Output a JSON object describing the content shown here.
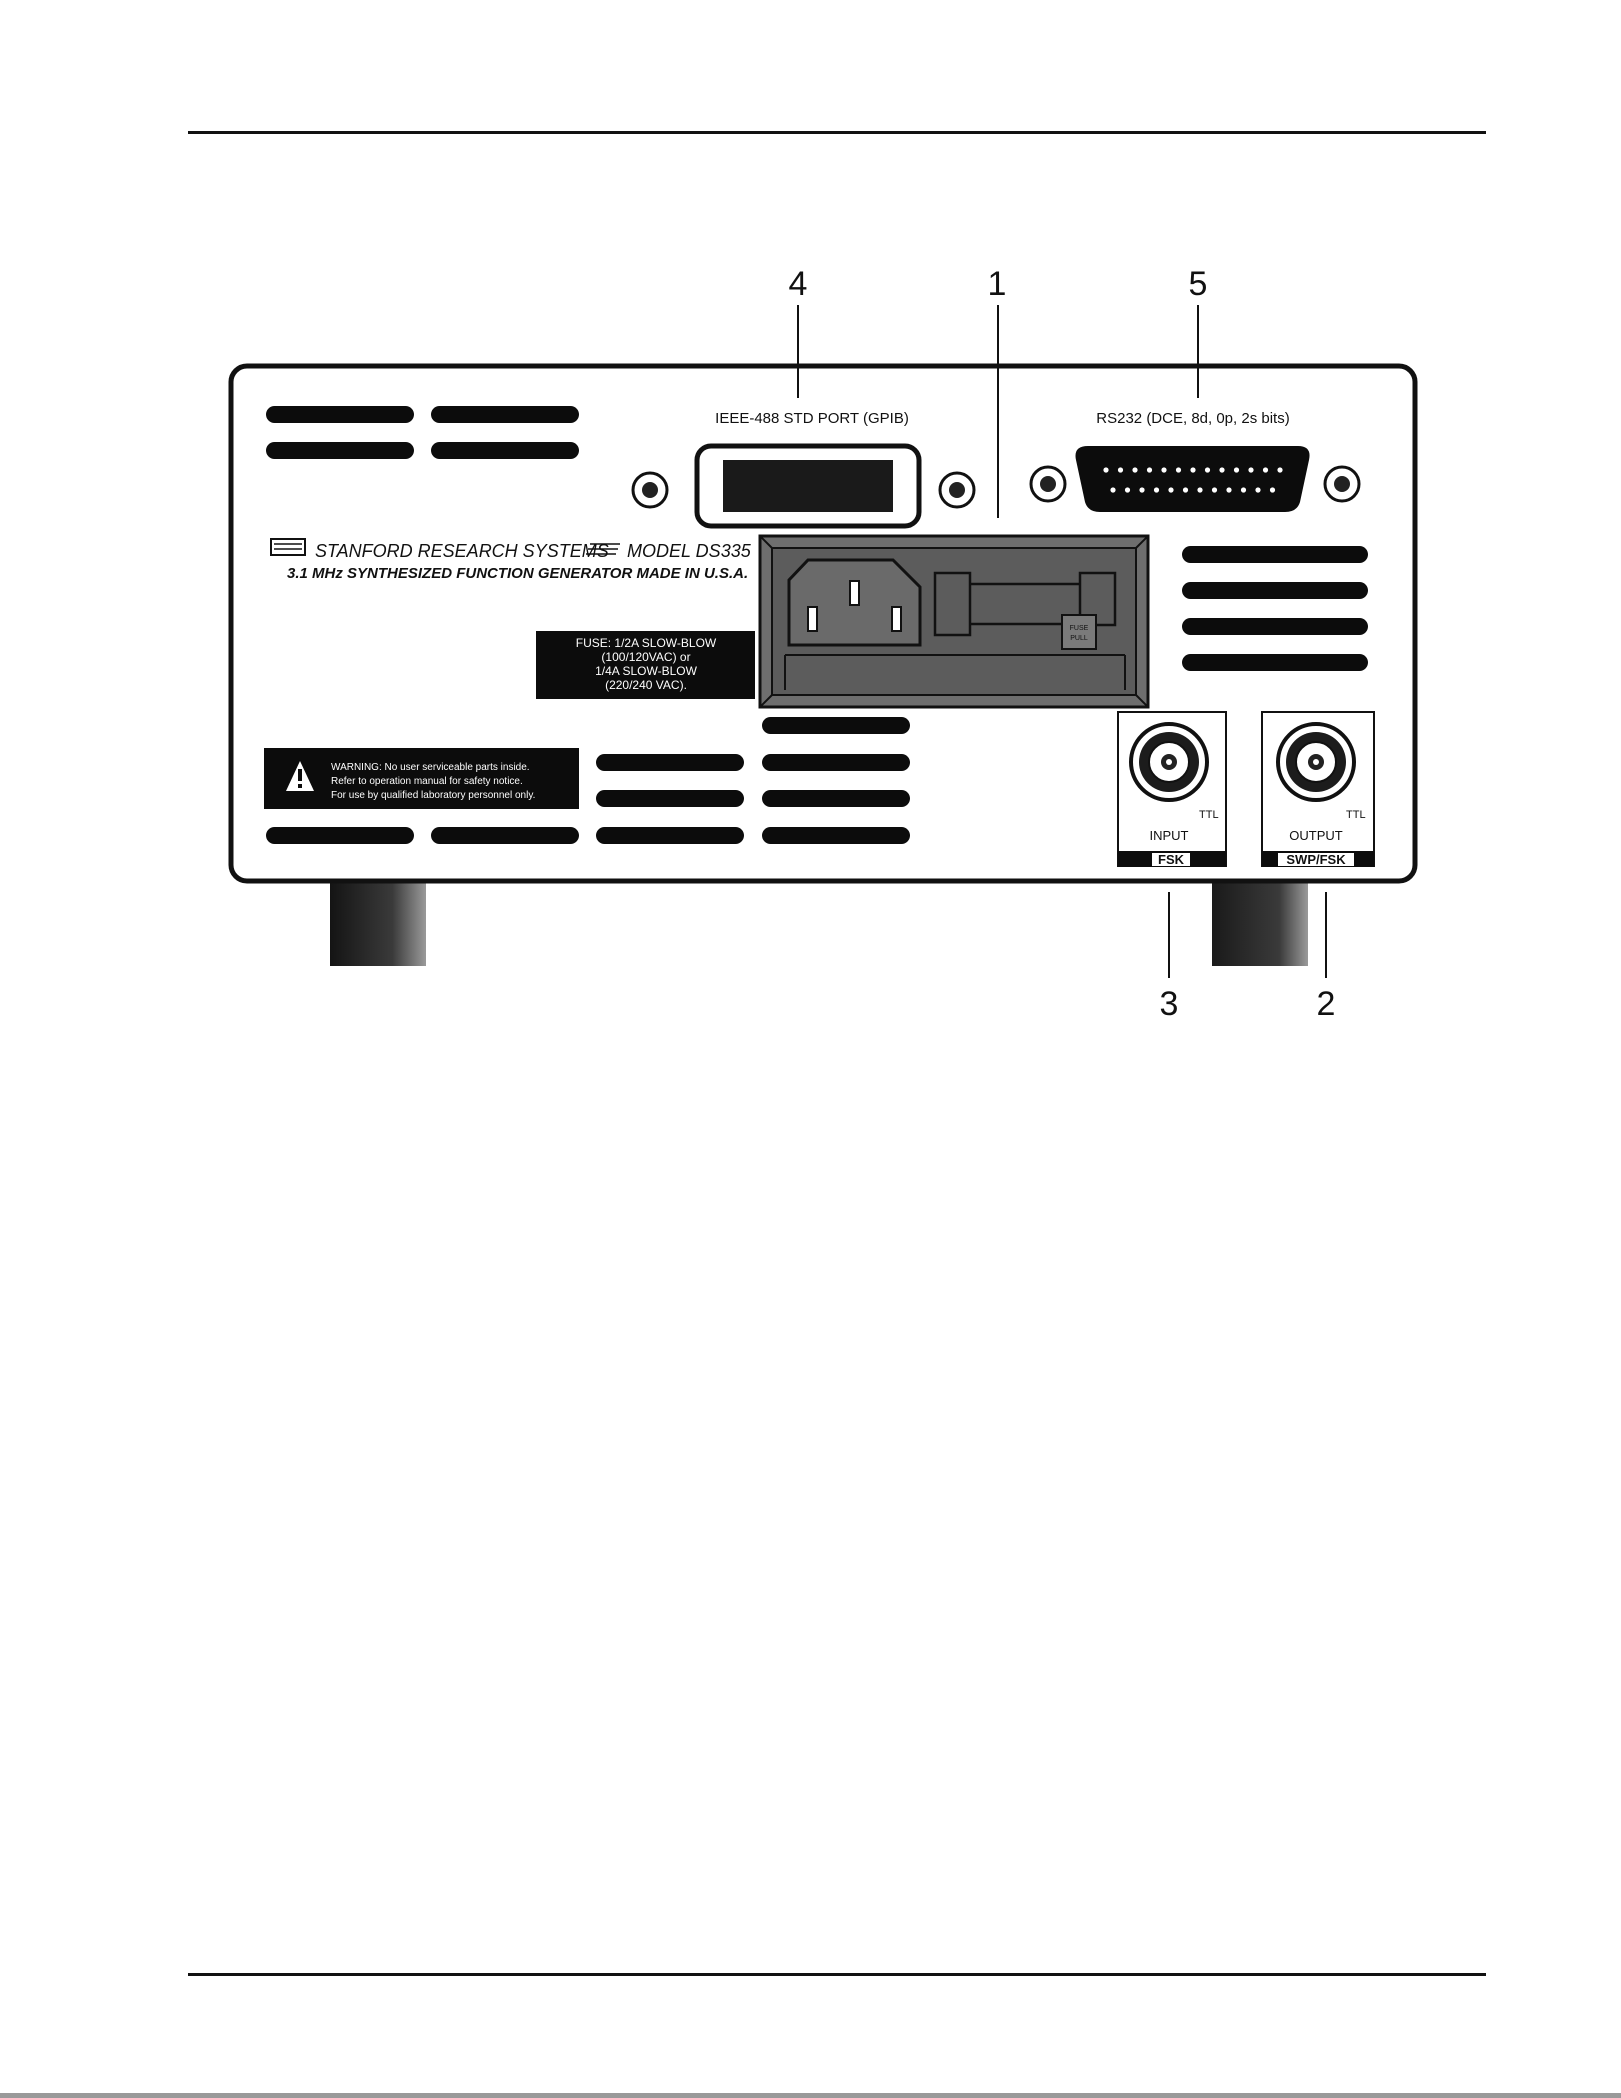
{
  "callouts": [
    "4",
    "1",
    "5",
    "3",
    "2"
  ],
  "gpib_label": "IEEE-488 STD PORT (GPIB)",
  "rs232_label": "RS232 (DCE, 8d, 0p, 2s bits)",
  "brand_line": "STANFORD RESEARCH SYSTEMS",
  "model_line": "MODEL DS335",
  "subtitle_line": "3.1 MHz SYNTHESIZED FUNCTION GENERATOR MADE IN U.S.A.",
  "fuse_lines": [
    "FUSE: 1/2A SLOW-BLOW",
    "(100/120VAC) or",
    "1/4A SLOW-BLOW",
    "(220/240 VAC)."
  ],
  "fuse_pull": [
    "FUSE",
    "PULL"
  ],
  "warning_lines": [
    "WARNING: No user serviceable parts inside.",
    "Refer to operation manual for safety notice.",
    "For use by qualified laboratory personnel only."
  ],
  "input_connector": {
    "ttl": "TTL",
    "label": "INPUT",
    "tag": "FSK"
  },
  "output_connector": {
    "ttl": "TTL",
    "label": "OUTPUT",
    "tag": "SWP/FSK"
  },
  "colors": {
    "ink": "#111111",
    "panel": "#ffffff",
    "module": "#6e6e6e",
    "dark_bar": "#0c0c0c"
  }
}
